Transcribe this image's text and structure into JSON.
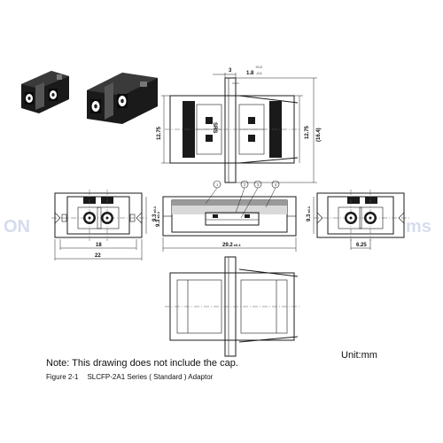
{
  "watermark": {
    "left": "ON",
    "right": "ms"
  },
  "top_view": {
    "dims": {
      "flange_offset": "3",
      "tolerance_plus": "+0.2",
      "tolerance_minus": "-0.1",
      "flange_thickness": "1.8",
      "height_left": "12.75",
      "height_right": "12.75",
      "height_total": "(16.4)"
    },
    "logo_text": "SRS"
  },
  "front_view": {
    "dims": {
      "height": "9.3",
      "height_tol": "±0.1",
      "inner_width": "18",
      "outer_width": "22"
    }
  },
  "side_view": {
    "callouts": [
      "1",
      "2",
      "3",
      "4"
    ],
    "dims": {
      "height": "9.3",
      "height_tol": "±0.1",
      "length": "29.2",
      "length_tol": "±0.4"
    }
  },
  "end_view": {
    "dims": {
      "height": "9.3",
      "height_tol": "±0.1",
      "pitch": "6.25"
    }
  },
  "note": "Note: This drawing does not include the cap.",
  "unit_label": "Unit:mm",
  "caption": {
    "figure": "Figure 2-1",
    "title": "SLCFP-2A1 Series ( Standard ) Adaptor"
  }
}
